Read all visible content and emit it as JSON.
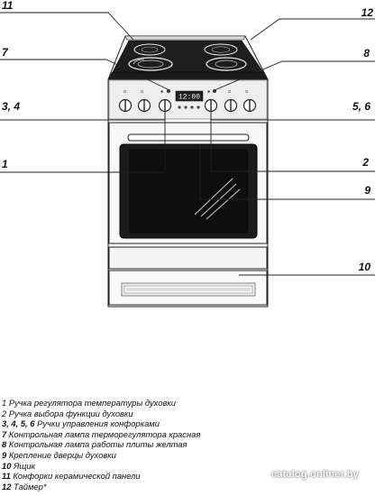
{
  "callouts": [
    "11",
    "12",
    "7",
    "8",
    "3, 4",
    "5, 6",
    "1",
    "2",
    "9",
    "10"
  ],
  "display": {
    "text": "12:00"
  },
  "legend": [
    {
      "num": "1",
      "text": "Ручка регулятора температуры духовки"
    },
    {
      "num": "2",
      "text": "Ручка выбора функции духовки"
    },
    {
      "num": "3, 4, 5, 6",
      "text": "Ручки управления конфорками"
    },
    {
      "num": "7",
      "text": "Контрольная лампа терморегулятора красная"
    },
    {
      "num": "8",
      "text": "Контрольная лампа работы плиты  желтая"
    },
    {
      "num": "9",
      "text": "Крепление дверцы духовки"
    },
    {
      "num": "10",
      "text": "Ящик"
    },
    {
      "num": "11",
      "text": "Конфорки керамической панели"
    },
    {
      "num": "12",
      "text": "Таймер*"
    }
  ],
  "watermark": "catalog.onliner.by"
}
